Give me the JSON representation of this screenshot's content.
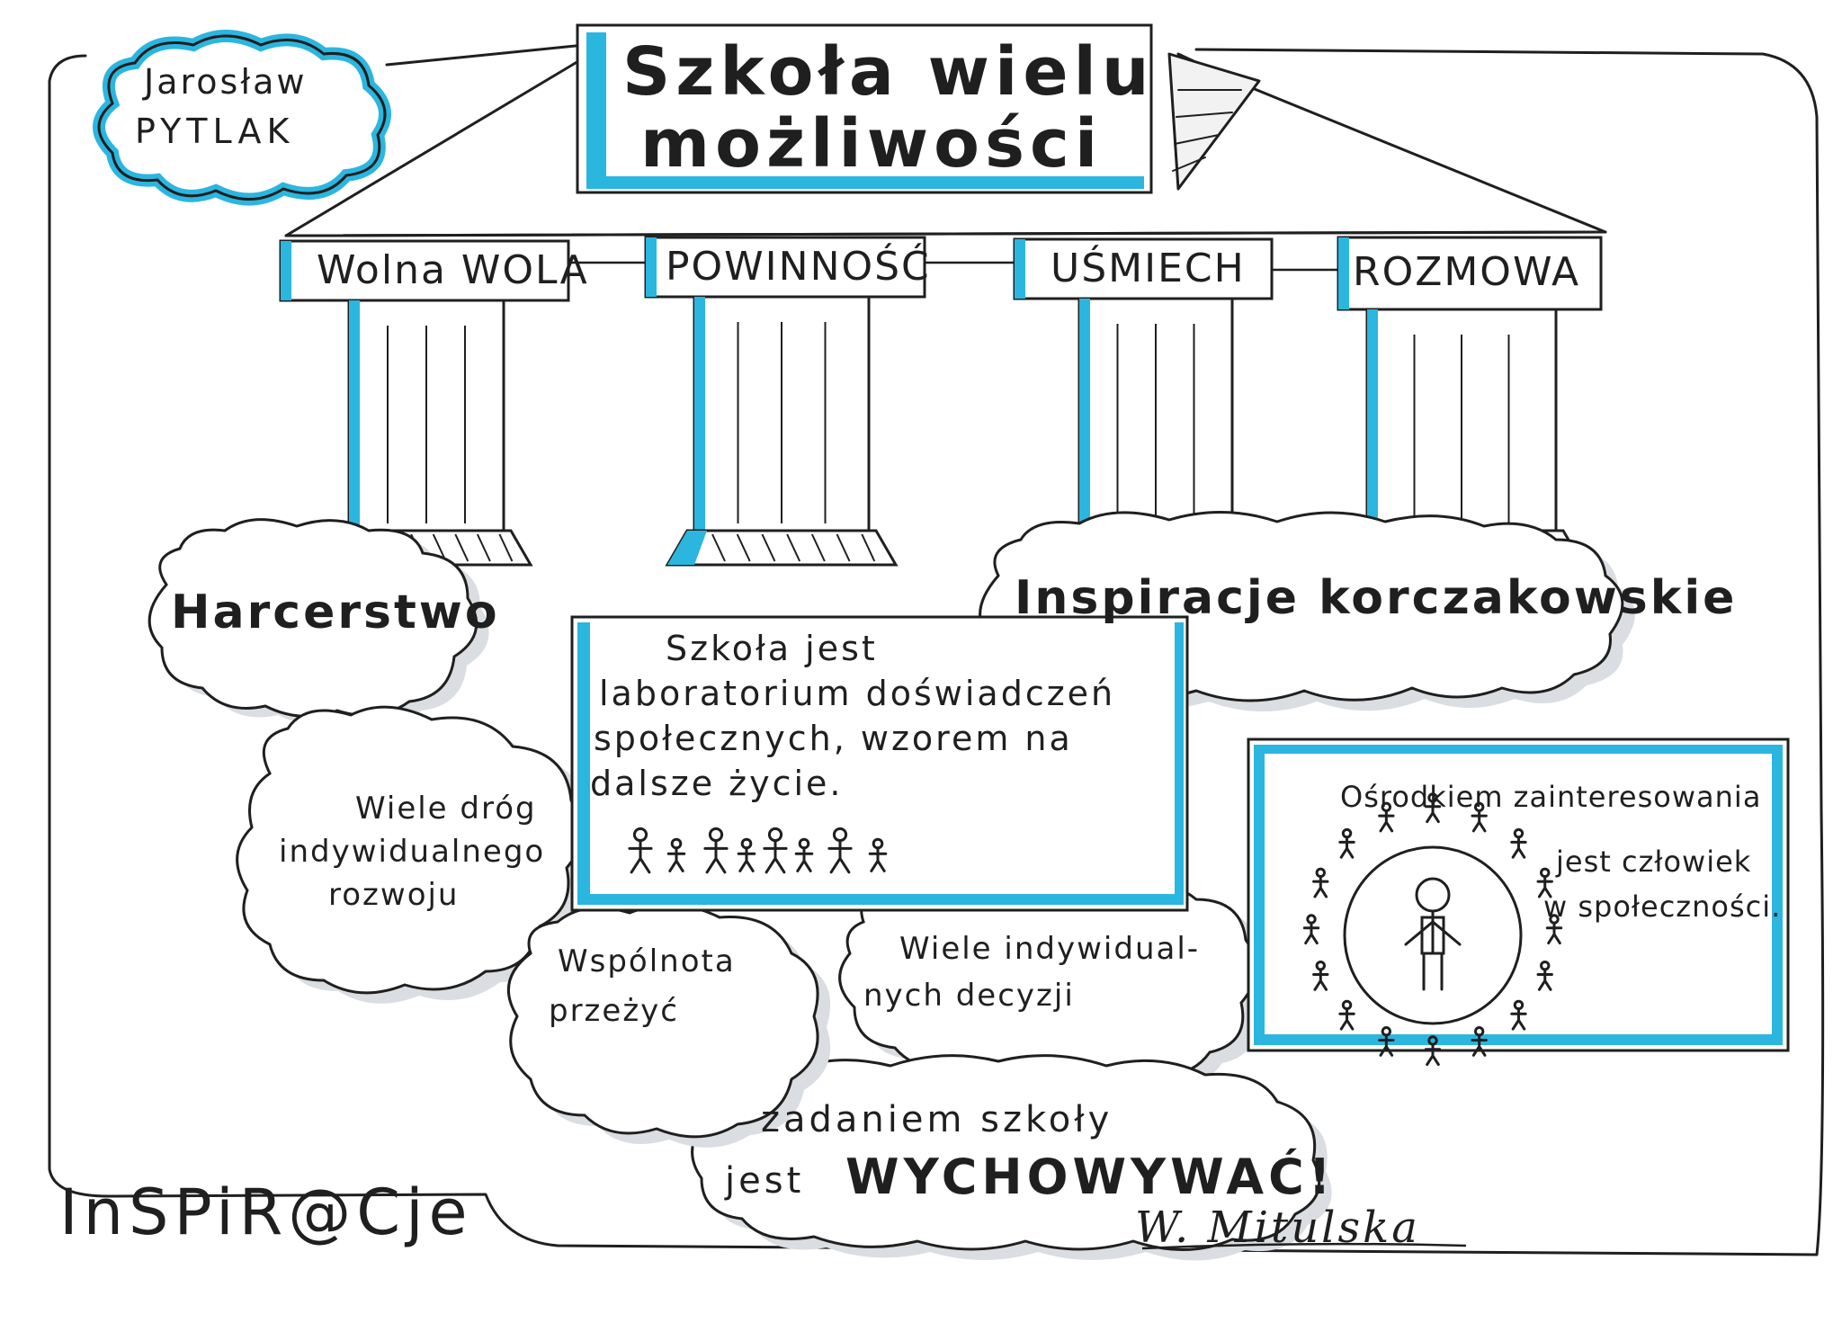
{
  "author": {
    "line1": "Jarosław",
    "line2": "PYTLAK"
  },
  "title": {
    "line1": "Szkoła wielu",
    "line2": "możliwości"
  },
  "pillars": [
    {
      "label": "Wolna WOLA"
    },
    {
      "label": "POWINNOŚĆ"
    },
    {
      "label": "UŚMIECH"
    },
    {
      "label": "ROZMOWA"
    }
  ],
  "clouds": {
    "harcerstwo": "Harcerstwo",
    "inspiracje": "Inspiracje korczakowskie",
    "drogi": {
      "line1": "Wiele dróg",
      "line2": "indywidualnego",
      "line3": "rozwoju"
    },
    "wspolnota": {
      "line1": "Wspólnota",
      "line2": "przeżyć"
    },
    "decyzje": {
      "line1": "Wiele indywidual-",
      "line2": "nych decyzji"
    },
    "zadanie": {
      "line1": "zadaniem szkoły",
      "line2": "jest",
      "line3": "WYCHOWYWAĆ!"
    }
  },
  "center_box": {
    "line1": "Szkoła jest",
    "line2": "laboratorium doświadczeń",
    "line3": "społecznych, wzorem na",
    "line4": "dalsze życie."
  },
  "right_box": {
    "line1": "Ośrodkiem zainteresowania",
    "line2": "jest człowiek",
    "line3": "w społeczności."
  },
  "footer": {
    "left": "InSPiR@Cje",
    "signature": "W. Mitulska"
  },
  "colors": {
    "accent": "#2bb6e0",
    "ink": "#1f1f1f",
    "shadow": "#d9dde2",
    "paper": "#ffffff"
  }
}
